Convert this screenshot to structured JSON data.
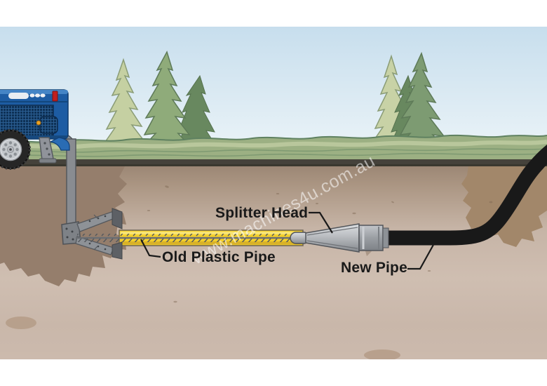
{
  "scene": {
    "watermark": "www.machines4u.com.au",
    "labels": {
      "splitter_head": "Splitter Head",
      "old_pipe": "Old Plastic Pipe",
      "new_pipe": "New Pipe"
    },
    "palette": {
      "sky_top": "#c7deed",
      "sky_bottom": "#eff6f9",
      "grass_green": "#9cb083",
      "grass_light": "#b9c79c",
      "grass_dark": "#7f9a72",
      "ground_band": "#45423b",
      "soil_top": "#9c8775",
      "soil_light": "#cfbeb1",
      "entry_pit_soil": "#957e6c",
      "exit_pit_soil": "#a2876a",
      "machine_blue": "#1d5ca3",
      "machine_red_light": "#c21f1f",
      "machine_orange_light": "#eda424",
      "metal_grey": "#8e9297",
      "old_pipe_yellow": "#f3cf2b",
      "new_pipe_black": "#191919",
      "tree_light_green": "#c5d0a2",
      "tree_mid_green": "#8fab7a",
      "tree_dark_green": "#68885f",
      "label_text": "#1a1a1a"
    }
  }
}
